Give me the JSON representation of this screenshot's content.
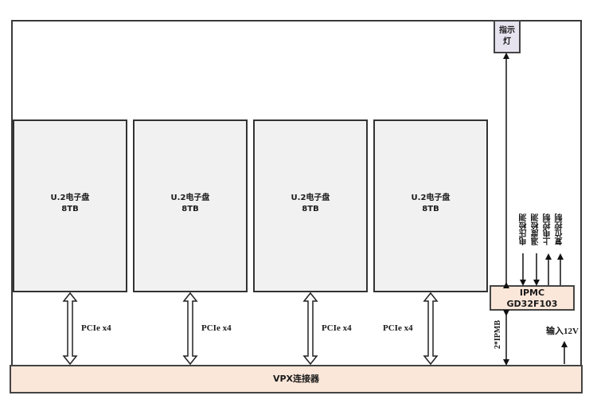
{
  "diagram": {
    "disks": [
      {
        "name": "U.2电子盘",
        "capacity": "8TB",
        "link": "PCIe x4"
      },
      {
        "name": "U.2电子盘",
        "capacity": "8TB",
        "link": "PCIe x4"
      },
      {
        "name": "U.2电子盘",
        "capacity": "8TB",
        "link": "PCIe x4"
      },
      {
        "name": "U.2电子盘",
        "capacity": "8TB",
        "link": "PCIe x4"
      }
    ],
    "indicator": {
      "line1": "指示",
      "line2": "灯"
    },
    "ipmc": {
      "line1": "IPMC",
      "line2": "GD32F103"
    },
    "ipmc_signals": [
      {
        "label": "电压检测",
        "direction": "in"
      },
      {
        "label": "温度检测",
        "direction": "in"
      },
      {
        "label": "上电控制",
        "direction": "out"
      },
      {
        "label": "复位控制",
        "direction": "out"
      }
    ],
    "ipmb_label": "2*IPMB",
    "power_label": "输入12V",
    "connector_label": "VPX连接器",
    "colors": {
      "disk_fill": "#f1f1f1",
      "ipmc_fill": "#fbe7d9",
      "vpx_fill": "#fbe7d9",
      "indicator_fill": "#e6e3ef",
      "stroke": "#333333"
    }
  }
}
